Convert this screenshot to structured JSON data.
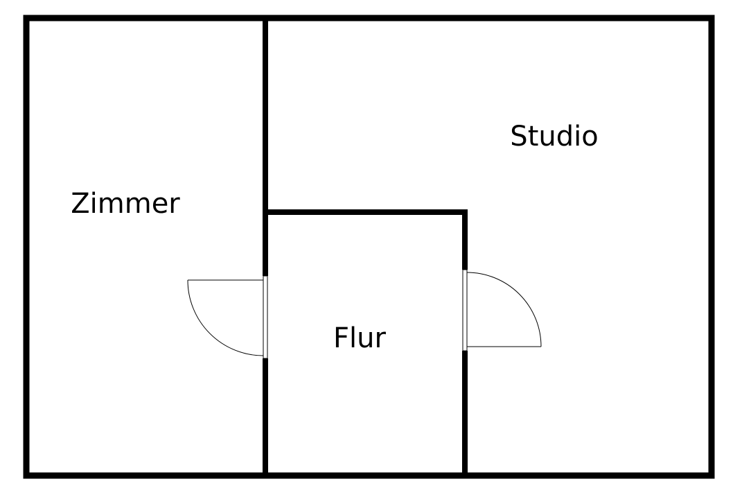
{
  "floor_plan": {
    "rooms": [
      {
        "id": "zimmer",
        "label": "Zimmer"
      },
      {
        "id": "studio",
        "label": "Studio"
      },
      {
        "id": "flur",
        "label": "Flur"
      }
    ],
    "colors": {
      "wall": "#000000",
      "background": "#ffffff",
      "door_line": "#000000"
    }
  }
}
